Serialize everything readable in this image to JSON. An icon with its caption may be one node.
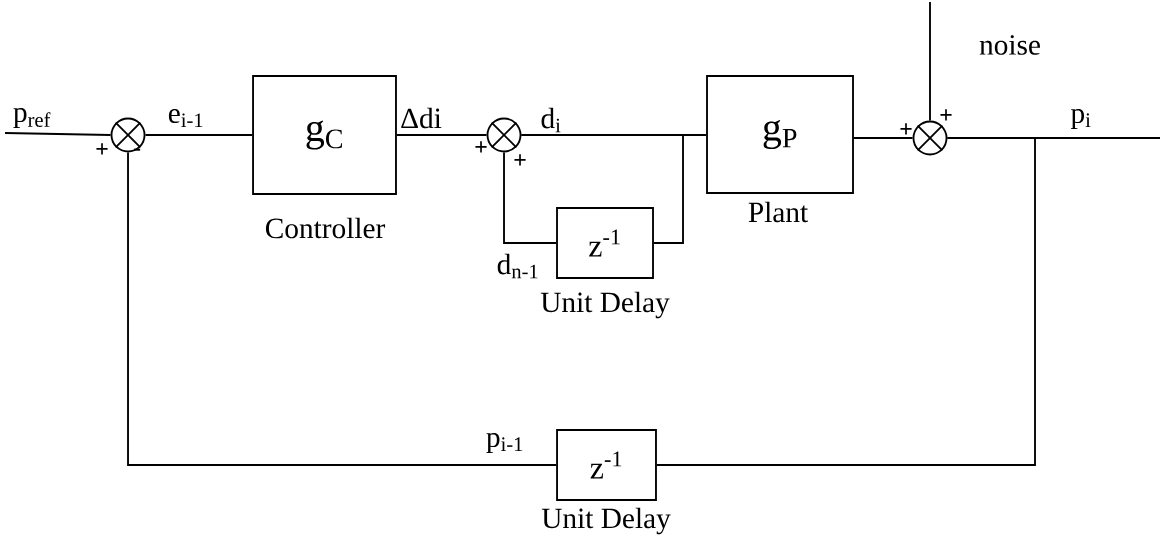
{
  "diagram": {
    "nodes": [
      {
        "text": [],
        "shape": "circle"
      },
      {
        "text": [
          "g$_{C}$"
        ],
        "beside": [
          "Controller"
        ]
      },
      {
        "text": [],
        "shape": "circle"
      },
      {
        "text": [
          "g$_{P}$"
        ],
        "beside": [
          "Plant"
        ]
      },
      {
        "text": [
          "z$^{-1}$"
        ],
        "beside": [
          "Unit Delay"
        ]
      },
      {
        "text": [],
        "shape": "circle"
      },
      {
        "text": [
          "z$^{-1}$"
        ],
        "beside": [
          "Unit Delay"
        ]
      }
    ],
    "edges": [
      {
        "from": null,
        "to": 0,
        "arrow": "none",
        "label": "p$_{ref}$"
      },
      {
        "from": 0,
        "to": 1,
        "arrow": "none",
        "label": "e$_{i-1}$"
      },
      {
        "from": 1,
        "to": 2,
        "arrow": "none",
        "label": "Δdi"
      },
      {
        "from": 2,
        "to": 3,
        "arrow": "none",
        "label": "d$_{i}$"
      },
      {
        "from": 2,
        "to": 4,
        "arrow": "none"
      },
      {
        "from": 4,
        "to": 2,
        "arrow": "none",
        "label": "d$_{n-1}$"
      },
      {
        "from": 3,
        "to": 5,
        "arrow": "none"
      },
      {
        "from": null,
        "to": 5,
        "arrow": "none",
        "label": "noise"
      },
      {
        "from": 5,
        "to": null,
        "arrow": "none",
        "label": "p$_{i}$"
      },
      {
        "from": 5,
        "to": 6,
        "arrow": "none"
      },
      {
        "from": 6,
        "to": 0,
        "arrow": "none",
        "label": "p$_{i-1}$"
      }
    ],
    "labels": [
      "+",
      "-",
      "+",
      "+",
      "+",
      "+"
    ]
  }
}
